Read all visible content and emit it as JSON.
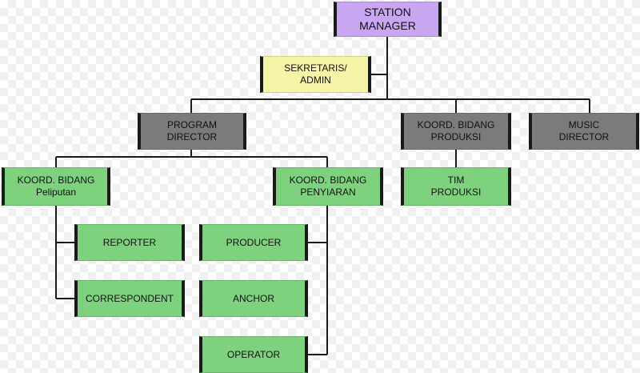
{
  "colors": {
    "station_manager": "#c9a6f2",
    "secretary": "#f6f4a6",
    "director": "#7b7b7b",
    "staff": "#7ed27e",
    "line": "#1a1a1a"
  },
  "nodes": {
    "station_manager": "STATION\nMANAGER",
    "sekretaris": "SEKRETARIS/\nADMIN",
    "program_director": "PROGRAM\nDIRECTOR",
    "koord_produksi": "KOORD. BIDANG\nPRODUKSI",
    "music_director": "MUSIC\nDIRECTOR",
    "koord_peliputan": "KOORD. BIDANG\nPeliputan",
    "koord_penyiaran": "KOORD. BIDANG\nPENYIARAN",
    "tim_produksi": "TIM\nPRODUKSI",
    "reporter": "REPORTER",
    "correspondent": "CORRESPONDENT",
    "producer": "PRODUCER",
    "anchor": "ANCHOR",
    "operator": "OPERATOR"
  }
}
